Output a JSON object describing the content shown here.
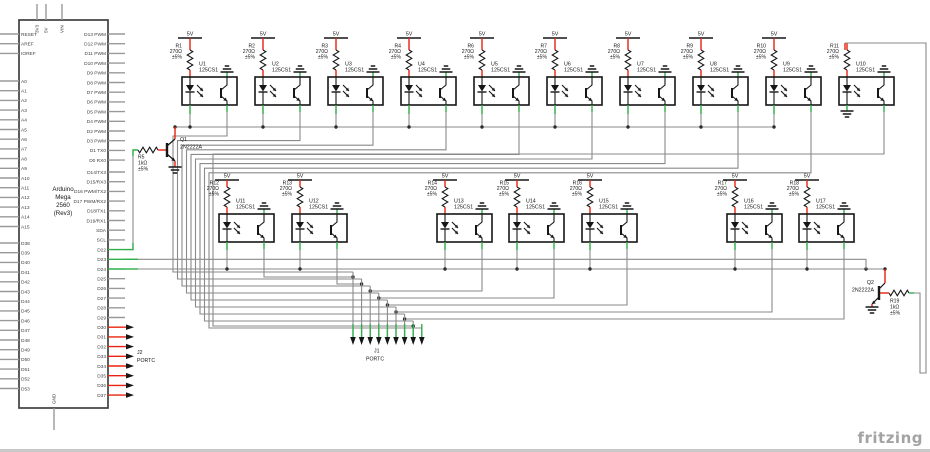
{
  "watermark": "fritzing",
  "power_label": "5V",
  "colors": {
    "wire_gray": "#8a8a8a",
    "wire_red": "#e8220e",
    "wire_green": "#2fae49",
    "symbol_black": "#161616",
    "junction_dot": "#2b2b2b",
    "pin_label": "#3f3f3f",
    "border": "#c9c9c9",
    "watermark": "#a3a3a3"
  },
  "arduino": {
    "title_lines": [
      "Arduino",
      "Mega",
      "2560",
      "(Rev3)"
    ],
    "top_pins": [
      "3V3",
      "5V",
      "VIN"
    ],
    "bottom_pins": [
      "GND"
    ],
    "left_pins_top": [
      "RESET",
      "AREF",
      "IOREF"
    ],
    "left_pins_analog": [
      "A0",
      "A1",
      "A2",
      "A3",
      "A4",
      "A5",
      "A6",
      "A7",
      "A8",
      "A9",
      "A10",
      "A11",
      "A12",
      "A13",
      "A14",
      "A15"
    ],
    "left_pins_digital": [
      "D38",
      "D39",
      "D40",
      "D41",
      "D42",
      "D43",
      "D44",
      "D45",
      "D46",
      "D47",
      "D48",
      "D49",
      "D50",
      "D51",
      "D52",
      "D53"
    ],
    "right_pins_top": [
      "D13 PWM",
      "D12 PWM",
      "D11 PWM",
      "D10 PWM",
      "D9 PWM",
      "D8 PWM",
      "D7 PWM",
      "D6 PWM",
      "D5 PWM",
      "D4 PWM",
      "D2 PWM",
      "D3 PWM",
      "D1 TX0",
      "D0 RX0"
    ],
    "right_pins_bottom": [
      "D14/TX3",
      "D15/RX3",
      "D16 PWM/TX2",
      "D17 PWM/RX2",
      "D18/TX1",
      "D19/RX1",
      "SDA",
      "SCL",
      "D22",
      "D23",
      "D24",
      "D25",
      "D26",
      "D27",
      "D28",
      "D29",
      "D30",
      "D31",
      "D32",
      "D33",
      "D34",
      "D35",
      "D36",
      "D37"
    ]
  },
  "opto_part": "125CS1",
  "resistor_value": "270Ω",
  "resistor_tol": "±5%",
  "top_row": [
    {
      "res": "R1",
      "ref": "U1"
    },
    {
      "res": "R2",
      "ref": "U2"
    },
    {
      "res": "R3",
      "ref": "U3"
    },
    {
      "res": "R4",
      "ref": "U4"
    },
    {
      "res": "R6",
      "ref": "U5"
    },
    {
      "res": "R7",
      "ref": "U6"
    },
    {
      "res": "R8",
      "ref": "U7"
    },
    {
      "res": "R9",
      "ref": "U8"
    },
    {
      "res": "R10",
      "ref": "U9"
    },
    {
      "res": "R11",
      "ref": "U10"
    }
  ],
  "middle_row": [
    {
      "res": "R12",
      "ref": "U11"
    },
    {
      "res": "R13",
      "ref": "U12"
    },
    {
      "res": "R14",
      "ref": "U13"
    },
    {
      "res": "R15",
      "ref": "U14"
    },
    {
      "res": "R16",
      "ref": "U15"
    },
    {
      "res": "R17",
      "ref": "U16"
    },
    {
      "res": "R18",
      "ref": "U17"
    }
  ],
  "transistors": [
    {
      "ref": "Q1",
      "part": "2N2222A",
      "res": "R5",
      "res_value": "1kΩ",
      "res_tol": "±5%"
    },
    {
      "ref": "Q2",
      "part": "2N2222A",
      "res": "R19",
      "res_value": "1kΩ",
      "res_tol": "±5%"
    }
  ],
  "connectors": [
    {
      "ref": "J1",
      "label": "PORTC"
    },
    {
      "ref": "J2",
      "label": "PORTC"
    }
  ]
}
